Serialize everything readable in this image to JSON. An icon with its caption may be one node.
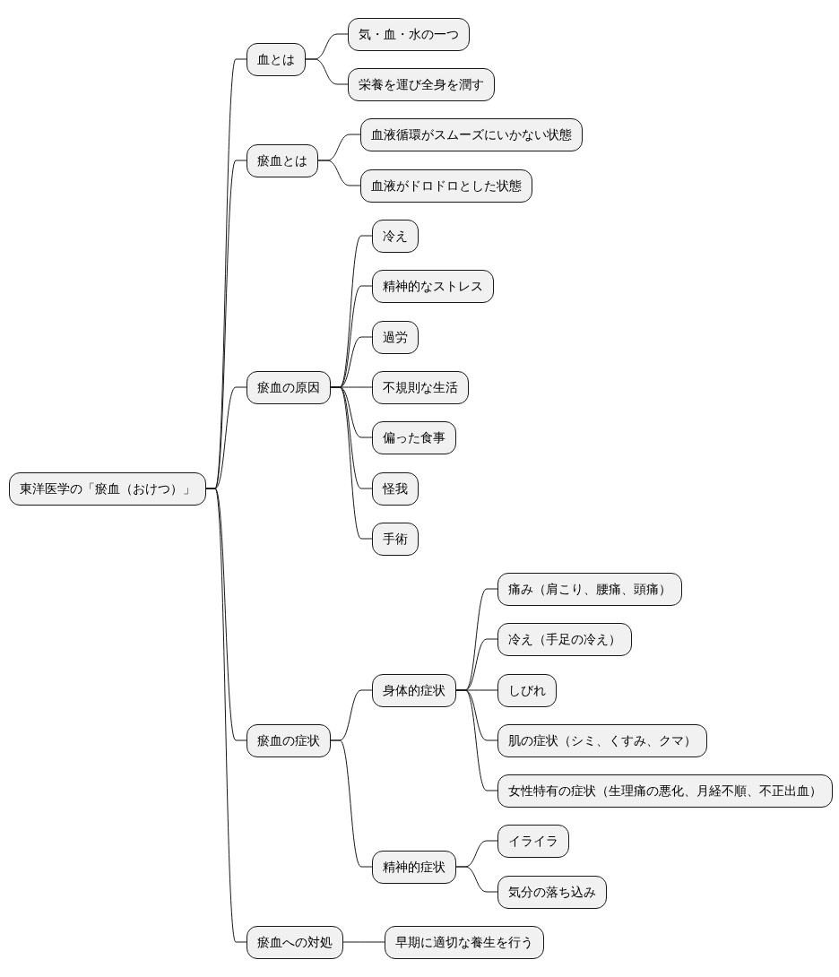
{
  "diagram": {
    "nodes": [
      {
        "text": [
          "東洋医学の「瘀血（おけつ）」"
        ]
      },
      {
        "text": [
          "血とは"
        ]
      },
      {
        "text": [
          "気・血・水の一つ"
        ]
      },
      {
        "text": [
          "栄養を運び全身を潤す"
        ]
      },
      {
        "text": [
          "瘀血とは"
        ]
      },
      {
        "text": [
          "血液循環がスムーズにいかない状態"
        ]
      },
      {
        "text": [
          "血液がドロドロとした状態"
        ]
      },
      {
        "text": [
          "瘀血の原因"
        ]
      },
      {
        "text": [
          "冷え"
        ]
      },
      {
        "text": [
          "精神的なストレス"
        ]
      },
      {
        "text": [
          "過労"
        ]
      },
      {
        "text": [
          "不規則な生活"
        ]
      },
      {
        "text": [
          "偏った食事"
        ]
      },
      {
        "text": [
          "怪我"
        ]
      },
      {
        "text": [
          "手術"
        ]
      },
      {
        "text": [
          "瘀血の症状"
        ]
      },
      {
        "text": [
          "身体的症状"
        ]
      },
      {
        "text": [
          "痛み（肩こり、腰痛、頭痛）"
        ]
      },
      {
        "text": [
          "冷え（手足の冷え）"
        ]
      },
      {
        "text": [
          "しびれ"
        ]
      },
      {
        "text": [
          "肌の症状（シミ、くすみ、クマ）"
        ]
      },
      {
        "text": [
          "女性特有の症状（生理痛の悪化、月経不順、不正出血）"
        ]
      },
      {
        "text": [
          "精神的症状"
        ]
      },
      {
        "text": [
          "イライラ"
        ]
      },
      {
        "text": [
          "気分の落ち込み"
        ]
      },
      {
        "text": [
          "瘀血への対処"
        ]
      },
      {
        "text": [
          "早期に適切な養生を行う"
        ]
      }
    ],
    "edges": [
      {
        "from": 0,
        "to": 1,
        "arrow": "none"
      },
      {
        "from": 1,
        "to": 2,
        "arrow": "none"
      },
      {
        "from": 1,
        "to": 3,
        "arrow": "none"
      },
      {
        "from": 0,
        "to": 4,
        "arrow": "none"
      },
      {
        "from": 4,
        "to": 5,
        "arrow": "none"
      },
      {
        "from": 4,
        "to": 6,
        "arrow": "none"
      },
      {
        "from": 0,
        "to": 7,
        "arrow": "none"
      },
      {
        "from": 7,
        "to": 8,
        "arrow": "none"
      },
      {
        "from": 7,
        "to": 9,
        "arrow": "none"
      },
      {
        "from": 7,
        "to": 10,
        "arrow": "none"
      },
      {
        "from": 7,
        "to": 11,
        "arrow": "none"
      },
      {
        "from": 7,
        "to": 12,
        "arrow": "none"
      },
      {
        "from": 7,
        "to": 13,
        "arrow": "none"
      },
      {
        "from": 7,
        "to": 14,
        "arrow": "none"
      },
      {
        "from": 0,
        "to": 15,
        "arrow": "none"
      },
      {
        "from": 15,
        "to": 16,
        "arrow": "none"
      },
      {
        "from": 16,
        "to": 17,
        "arrow": "none"
      },
      {
        "from": 16,
        "to": 18,
        "arrow": "none"
      },
      {
        "from": 16,
        "to": 19,
        "arrow": "none"
      },
      {
        "from": 16,
        "to": 20,
        "arrow": "none"
      },
      {
        "from": 16,
        "to": 21,
        "arrow": "none"
      },
      {
        "from": 15,
        "to": 22,
        "arrow": "none"
      },
      {
        "from": 22,
        "to": 23,
        "arrow": "none"
      },
      {
        "from": 22,
        "to": 24,
        "arrow": "none"
      },
      {
        "from": 0,
        "to": 25,
        "arrow": "none"
      },
      {
        "from": 25,
        "to": 26,
        "arrow": "none"
      }
    ]
  }
}
